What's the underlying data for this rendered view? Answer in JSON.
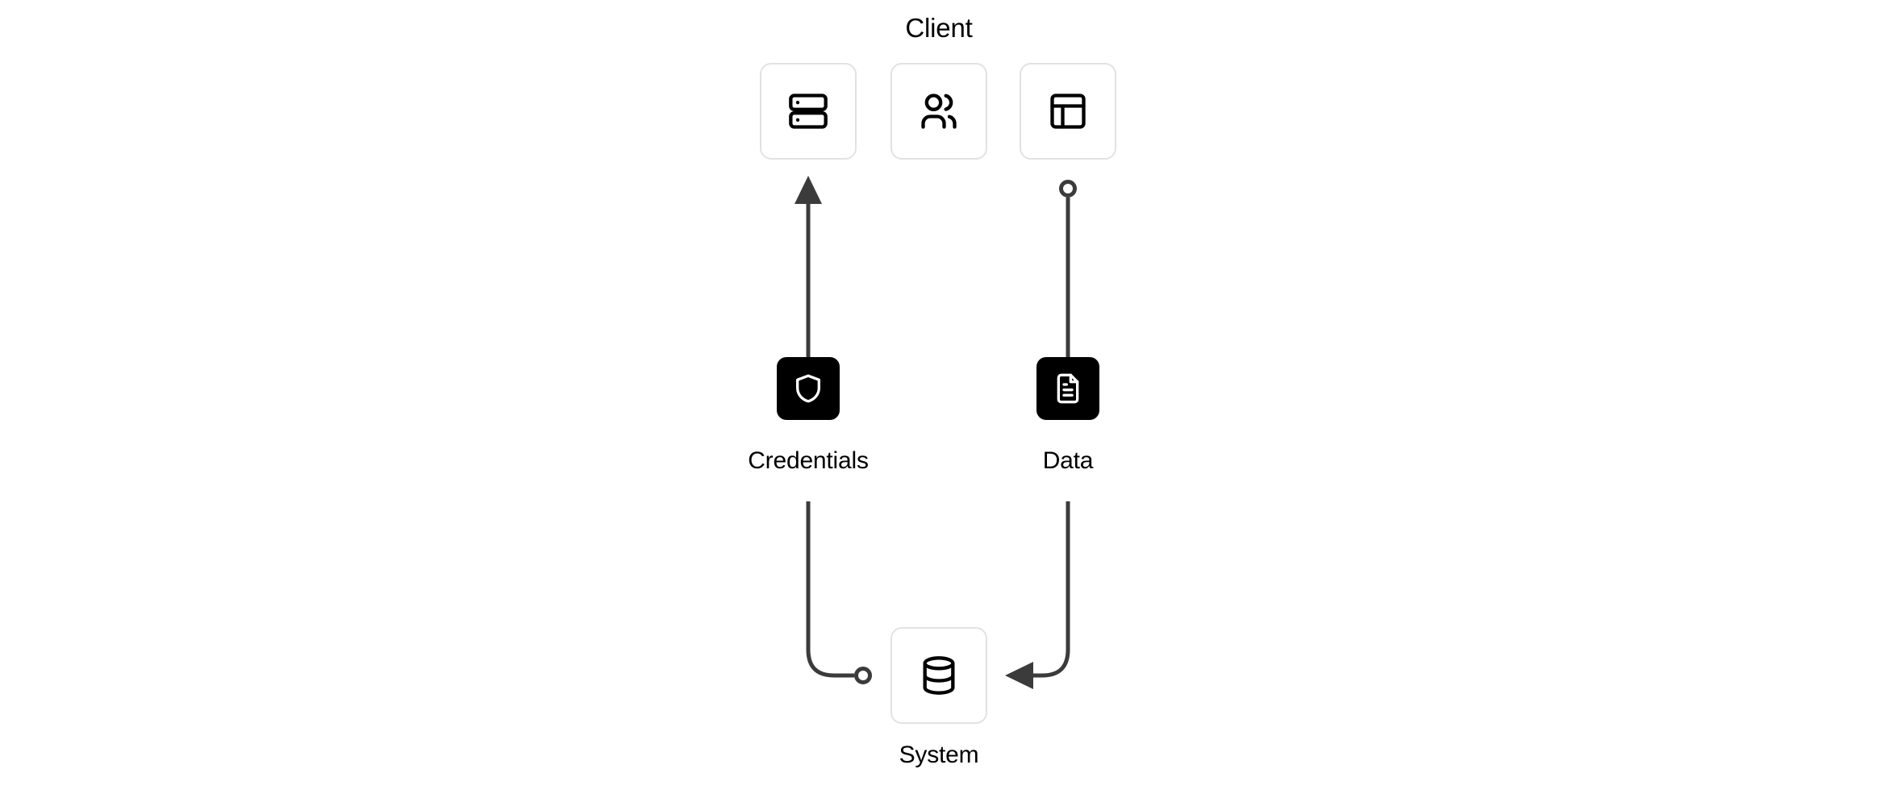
{
  "diagram": {
    "type": "flow-diagram",
    "background_color": "#ffffff",
    "line_color": "#3b3b3b",
    "tile_border_color": "#e2e2e2",
    "chip_color": "#000000",
    "groups": [
      {
        "id": "client",
        "title": "Client",
        "items": [
          {
            "id": "client-server",
            "icon": "server-icon"
          },
          {
            "id": "client-users",
            "icon": "users-icon"
          },
          {
            "id": "client-layout",
            "icon": "layout-panel-icon"
          }
        ]
      }
    ],
    "nodes": [
      {
        "id": "credentials",
        "label": "Credentials",
        "icon": "shield-icon",
        "style": "filled-dark"
      },
      {
        "id": "data",
        "label": "Data",
        "icon": "file-text-icon",
        "style": "filled-dark"
      },
      {
        "id": "system",
        "label": "System",
        "icon": "database-icon",
        "style": "outlined-tile"
      }
    ],
    "edges": [
      {
        "id": "credentials-to-client",
        "from": "credentials",
        "to": "client-server",
        "start_marker": "none",
        "end_marker": "arrow",
        "direction": "up"
      },
      {
        "id": "client-to-data",
        "from": "client-layout",
        "to": "data",
        "start_marker": "circle",
        "end_marker": "none",
        "direction": "down"
      },
      {
        "id": "credentials-to-system",
        "from": "credentials",
        "to": "system",
        "start_marker": "none",
        "end_marker": "circle",
        "direction": "down-right"
      },
      {
        "id": "data-to-system",
        "from": "data",
        "to": "system",
        "start_marker": "none",
        "end_marker": "arrow",
        "direction": "down-left"
      }
    ]
  }
}
